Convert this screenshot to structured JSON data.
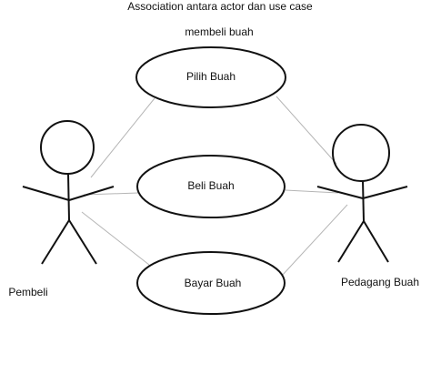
{
  "diagram": {
    "title": "Association antara actor dan use case",
    "system_label": "membeli buah",
    "actors": [
      {
        "id": "pembeli",
        "name": "Pembeli"
      },
      {
        "id": "pedagang",
        "name": "Pedagang Buah"
      }
    ],
    "use_cases": [
      {
        "id": "pilih",
        "name": "Pilih Buah"
      },
      {
        "id": "beli",
        "name": "Beli Buah"
      },
      {
        "id": "bayar",
        "name": "Bayar Buah"
      }
    ],
    "associations": [
      [
        "pembeli",
        "pilih"
      ],
      [
        "pembeli",
        "beli"
      ],
      [
        "pembeli",
        "bayar"
      ],
      [
        "pedagang",
        "pilih"
      ],
      [
        "pedagang",
        "beli"
      ],
      [
        "pedagang",
        "bayar"
      ]
    ],
    "colors": {
      "stroke": "#111111",
      "association_line": "#b5b5b5",
      "background": "#ffffff"
    }
  }
}
